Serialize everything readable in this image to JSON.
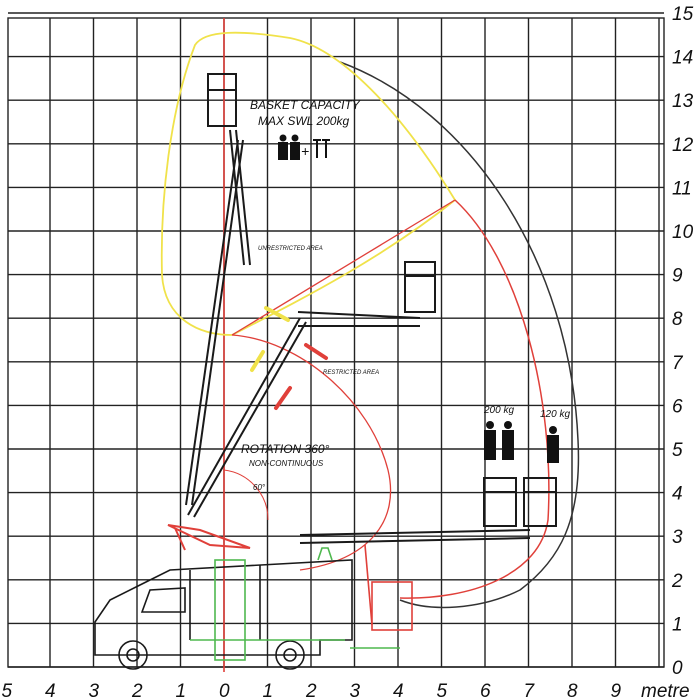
{
  "labels": {
    "basket_capacity": "BASKET CAPACITY",
    "max_swl": "MAX SWL 200kg",
    "unrestricted_area": "UNRESTRICTED AREA",
    "restricted_area": "RESTRICTED AREA",
    "rotation": "ROTATION 360°",
    "non_continuous": "NON-CONTINUOUS",
    "load_200": "200 kg",
    "load_120": "120 kg",
    "angle": "60°",
    "x_unit": "metre"
  },
  "axes": {
    "x_ticks": [
      "5",
      "4",
      "3",
      "2",
      "1",
      "0",
      "1",
      "2",
      "3",
      "4",
      "5",
      "6",
      "7",
      "8",
      "9"
    ],
    "y_ticks": [
      "0",
      "1",
      "2",
      "3",
      "4",
      "5",
      "6",
      "7",
      "8",
      "9",
      "10",
      "11",
      "12",
      "13",
      "14",
      "15"
    ]
  },
  "colors": {
    "grid": "#222222",
    "yellow_envelope": "#f0e24a",
    "red_envelope": "#e0403a",
    "outer_envelope": "#333333",
    "vehicle": "#1a1a1a",
    "green_parts": "#4fb84f",
    "red_parts": "#e0403a"
  },
  "icons": {
    "people": "person-icon",
    "tools": "wrench-icon"
  }
}
